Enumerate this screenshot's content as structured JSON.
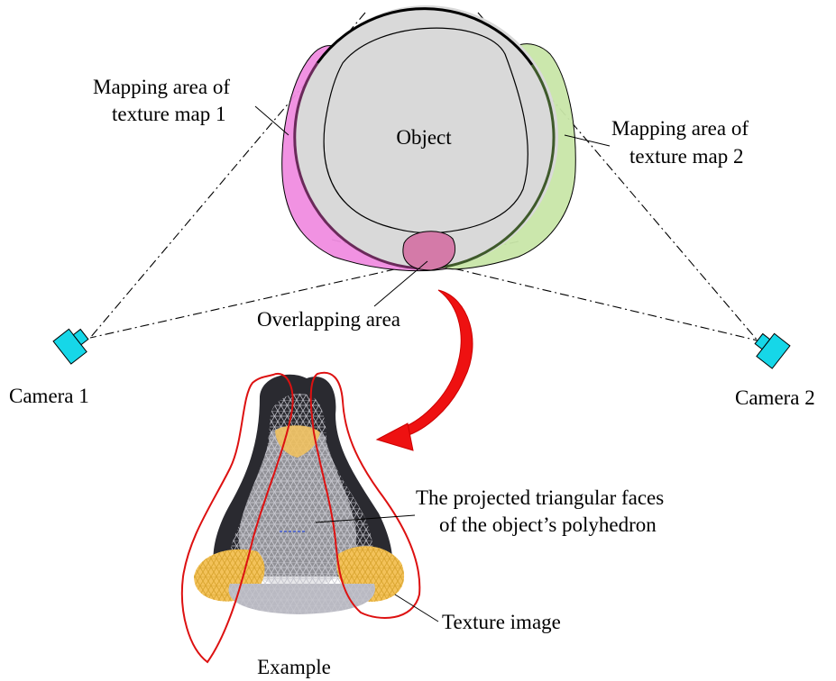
{
  "labels": {
    "mapping_area_1_line1": "Mapping area of",
    "mapping_area_1_line2": "texture map 1",
    "object": "Object",
    "mapping_area_2_line1": "Mapping area of",
    "mapping_area_2_line2": "texture map 2",
    "overlapping_area": "Overlapping area",
    "camera_1": "Camera 1",
    "camera_2": "Camera 2",
    "faces_line1": "The projected triangular faces",
    "faces_line2": "of the object’s polyhedron",
    "texture_image": "Texture image",
    "example": "Example"
  },
  "colors": {
    "object_fill": "#d9d9d9",
    "mapping_area_1": "#f08ce0",
    "mapping_area_2": "#c8e6a8",
    "overlap": "#d47aa8",
    "camera": "#16d7e8",
    "arrow": "#ee1111",
    "outline_red": "#dd1111",
    "penguin_black": "#2a2a30",
    "penguin_yellow": "#f3c25a",
    "mesh": "#c8c8d0"
  },
  "icons": {
    "camera_1": "camera-icon",
    "camera_2": "camera-icon",
    "curved_arrow": "curved-arrow-icon"
  }
}
